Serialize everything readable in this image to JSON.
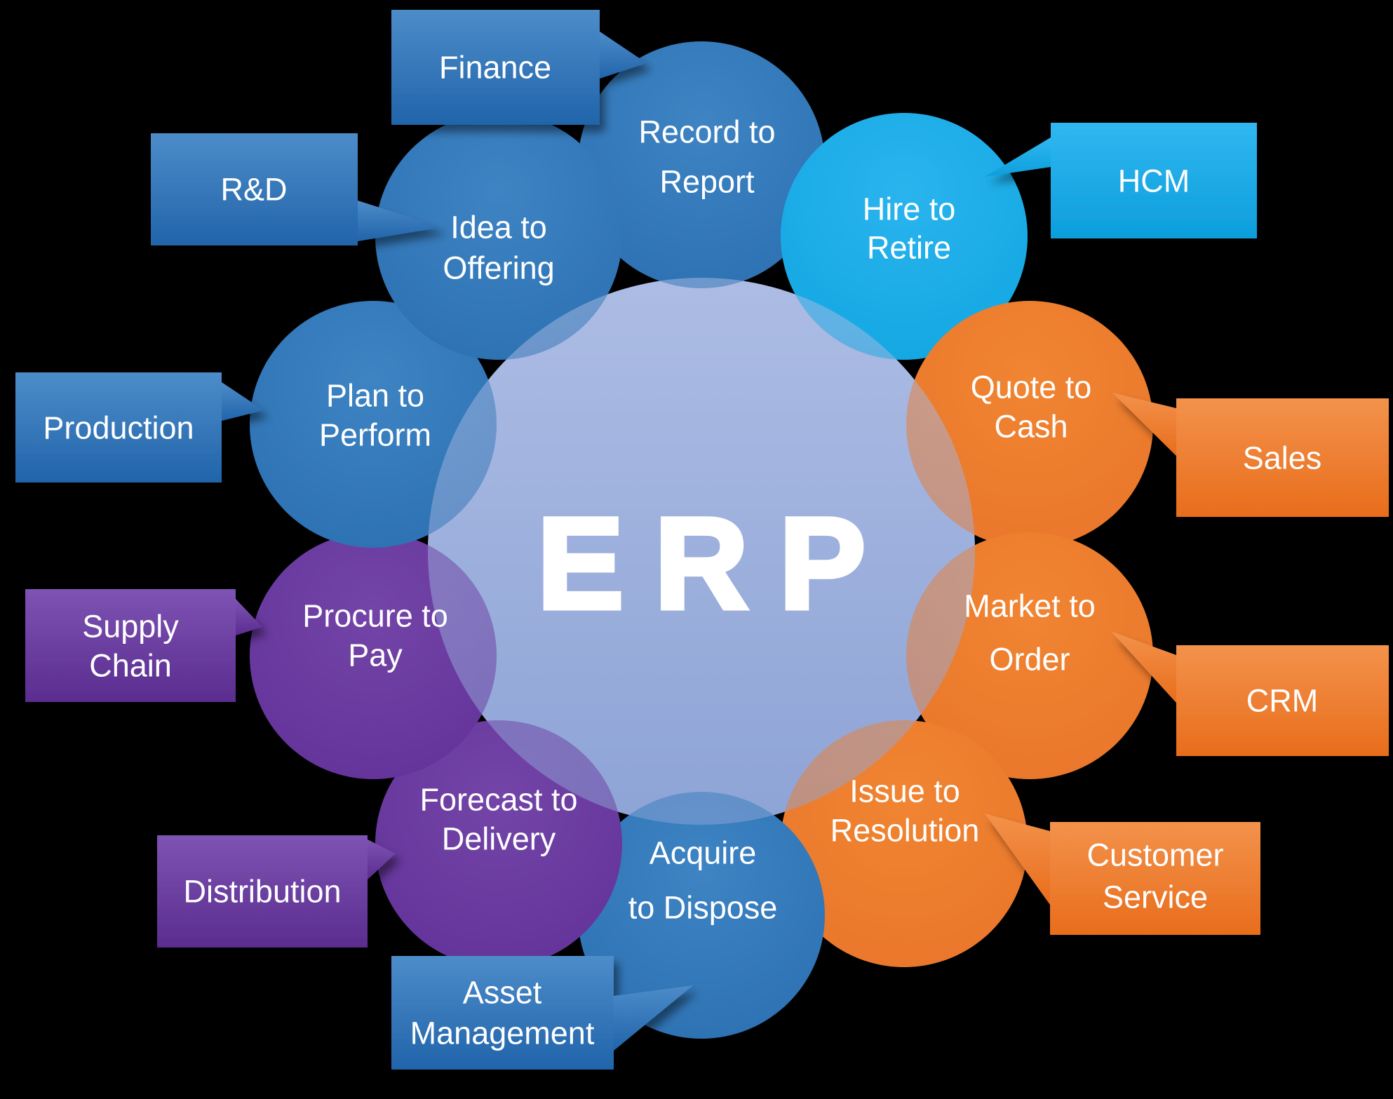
{
  "diagram": {
    "title": "ERP",
    "background_color": "#000000",
    "hub": {
      "label": "ERP",
      "fill_top": "#ACBCE4",
      "fill_bottom": "#8EA4D6"
    }
  },
  "palette": {
    "blue_circle": "#2E73B5",
    "cyan_circle": "#14A9E5",
    "orange_circle": "#EC7C2D",
    "purple_circle": "#67339C",
    "blue_box_top": "#4C8CC9",
    "blue_box_bottom": "#2164AA",
    "cyan_box_top": "#30B7F0",
    "cyan_box_bottom": "#0C9EDC",
    "orange_box_top": "#F3924B",
    "orange_box_bottom": "#E86D1C",
    "purple_box_top": "#7D53B3",
    "purple_box_bottom": "#5A2C8F"
  },
  "nodes": [
    {
      "id": "record-to-report",
      "line1": "Record to",
      "line2": "Report",
      "color": "blue"
    },
    {
      "id": "hire-to-retire",
      "line1": "Hire to",
      "line2": "Retire",
      "color": "cyan"
    },
    {
      "id": "quote-to-cash",
      "line1": "Quote to",
      "line2": "Cash",
      "color": "orange"
    },
    {
      "id": "market-to-order",
      "line1": "Market to",
      "line2": "Order",
      "color": "orange"
    },
    {
      "id": "issue-to-resolution",
      "line1": "Issue to",
      "line2": "Resolution",
      "color": "orange"
    },
    {
      "id": "acquire-to-dispose",
      "line1": "Acquire",
      "line2": "to Dispose",
      "color": "blue"
    },
    {
      "id": "forecast-to-delivery",
      "line1": "Forecast to",
      "line2": "Delivery",
      "color": "purple"
    },
    {
      "id": "procure-to-pay",
      "line1": "Procure to",
      "line2": "Pay",
      "color": "purple"
    },
    {
      "id": "plan-to-perform",
      "line1": "Plan to",
      "line2": "Perform",
      "color": "blue"
    },
    {
      "id": "idea-to-offering",
      "line1": "Idea to",
      "line2": "Offering",
      "color": "blue"
    }
  ],
  "labels": [
    {
      "id": "finance",
      "line1": "Finance",
      "line2": "",
      "color": "blue"
    },
    {
      "id": "rnd",
      "line1": "R&D",
      "line2": "",
      "color": "blue"
    },
    {
      "id": "production",
      "line1": "Production",
      "line2": "",
      "color": "blue"
    },
    {
      "id": "supply-chain",
      "line1": "Supply",
      "line2": "Chain",
      "color": "purple"
    },
    {
      "id": "distribution",
      "line1": "Distribution",
      "line2": "",
      "color": "purple"
    },
    {
      "id": "asset-management",
      "line1": "Asset",
      "line2": "Management",
      "color": "blue"
    },
    {
      "id": "hcm",
      "line1": "HCM",
      "line2": "",
      "color": "cyan"
    },
    {
      "id": "sales",
      "line1": "Sales",
      "line2": "",
      "color": "orange"
    },
    {
      "id": "crm",
      "line1": "CRM",
      "line2": "",
      "color": "orange"
    },
    {
      "id": "customer-service",
      "line1": "Customer",
      "line2": "Service",
      "color": "orange"
    }
  ]
}
